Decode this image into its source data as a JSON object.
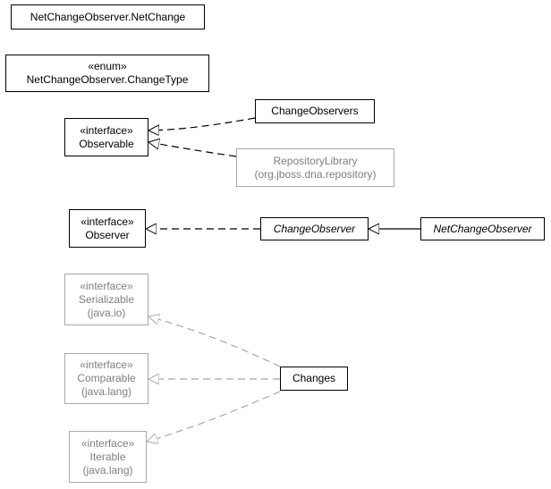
{
  "nodes": {
    "net_change": {
      "name": "NetChangeObserver.NetChange"
    },
    "change_type": {
      "stereotype": "«enum»",
      "name": "NetChangeObserver.ChangeType"
    },
    "observable": {
      "stereotype": "«interface»",
      "name": "Observable"
    },
    "change_observers": {
      "name": "ChangeObservers"
    },
    "repository_library": {
      "name": "RepositoryLibrary",
      "package": "(org.jboss.dna.repository)"
    },
    "observer": {
      "stereotype": "«interface»",
      "name": "Observer"
    },
    "change_observer": {
      "name": "ChangeObserver"
    },
    "net_change_observer": {
      "name": "NetChangeObserver"
    },
    "serializable": {
      "stereotype": "«interface»",
      "name": "Serializable",
      "package": "(java.io)"
    },
    "comparable": {
      "stereotype": "«interface»",
      "name": "Comparable",
      "package": "(java.lang)"
    },
    "iterable": {
      "stereotype": "«interface»",
      "name": "Iterable",
      "package": "(java.lang)"
    },
    "changes": {
      "name": "Changes"
    }
  },
  "colors": {
    "internal": "#000000",
    "external_border": "#a8a8a8",
    "external_text": "#7f7f7f"
  }
}
